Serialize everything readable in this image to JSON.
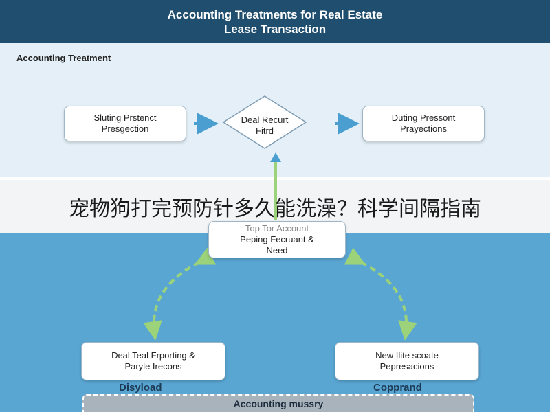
{
  "header": {
    "title_line1": "Accounting Treatments for Real Estate",
    "title_line2": "Lease Transaction"
  },
  "section_label": "Accounting Treatment",
  "nodes": {
    "left": {
      "line1": "Sluting Prstenct",
      "line2": "Presgection"
    },
    "diamond": {
      "line1": "Deal Recurt",
      "line2": "Fitrd"
    },
    "right": {
      "line1": "Duting Pressont",
      "line2": "Prayections"
    },
    "middle": {
      "line1": "Top Tor Account",
      "line2": "Peping Fecruant &",
      "line3": "Need"
    },
    "bottom_left": {
      "line1": "Deal Teal Frporting &",
      "line2": "Paryle Irecons"
    },
    "bottom_right": {
      "line1": "New Ilite scoate",
      "line2": "Pepresacions"
    }
  },
  "tags": {
    "left": "Disyload",
    "right": "Copprand"
  },
  "summary_bar": "Accounting mussry",
  "overlay_title": "宠物狗打完预防针多久能洗澡？科学间隔指南",
  "colors": {
    "header_bg": "#1f4e6e",
    "top_panel_bg": "#e4eff7",
    "bottom_panel_bg": "#5aa6d3",
    "arrow_blue": "#4a9fd0",
    "arrow_green": "#9bd27a"
  }
}
